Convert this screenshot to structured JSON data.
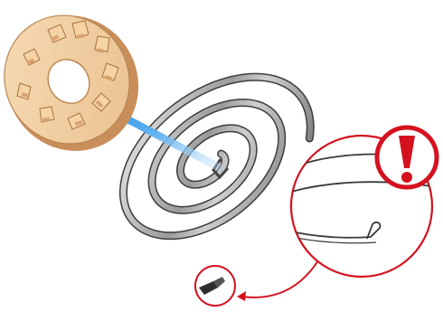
{
  "diagram": {
    "parts": [
      "wooden-hub-gear",
      "metal-spiral-spring"
    ],
    "callouts": [
      {
        "icon": "warning-exclamation-icon",
        "target": "spring-outer-end-hook"
      }
    ],
    "colors": {
      "accent_red": "#d4121f",
      "arrow_blue": "#2a8fe0",
      "spring_metal": "#8e8e8e",
      "spring_edge": "#3c3c3c",
      "wood_face": "#f2d2a6",
      "wood_edge": "#b98552"
    }
  }
}
